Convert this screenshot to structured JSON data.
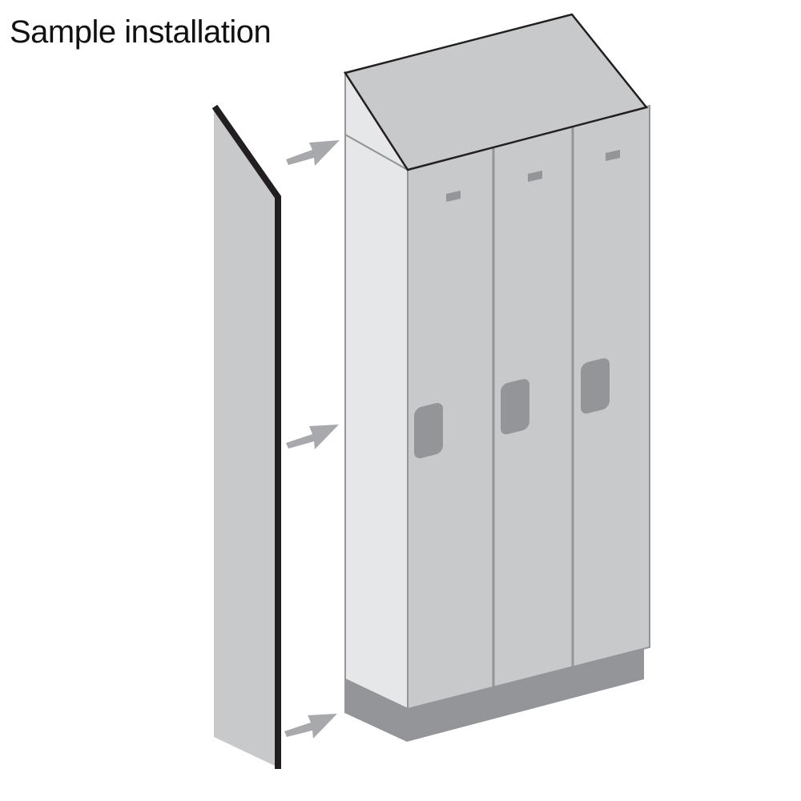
{
  "title": "Sample installation",
  "diagram": {
    "subject": "End panel installation on sloped-top locker bank",
    "components": [
      {
        "id": "end-panel",
        "label": "Sloped end panel"
      },
      {
        "id": "locker-bank",
        "label": "3-wide single-tier locker bank with sloped top"
      },
      {
        "id": "base",
        "label": "Base"
      },
      {
        "id": "arrows",
        "label": "Installation direction arrows",
        "count": 3
      }
    ],
    "lockers": 3,
    "colors": {
      "panel_face": "#c8c9cb",
      "panel_edge": "#231f20",
      "side_face": "#e6e7e8",
      "door_face": "#c8c9cb",
      "door_seam": "#939598",
      "handle": "#939598",
      "base": "#939598",
      "top": "#c8c9cb",
      "outline": "#231f20",
      "arrow": "#a7a9ac"
    }
  }
}
